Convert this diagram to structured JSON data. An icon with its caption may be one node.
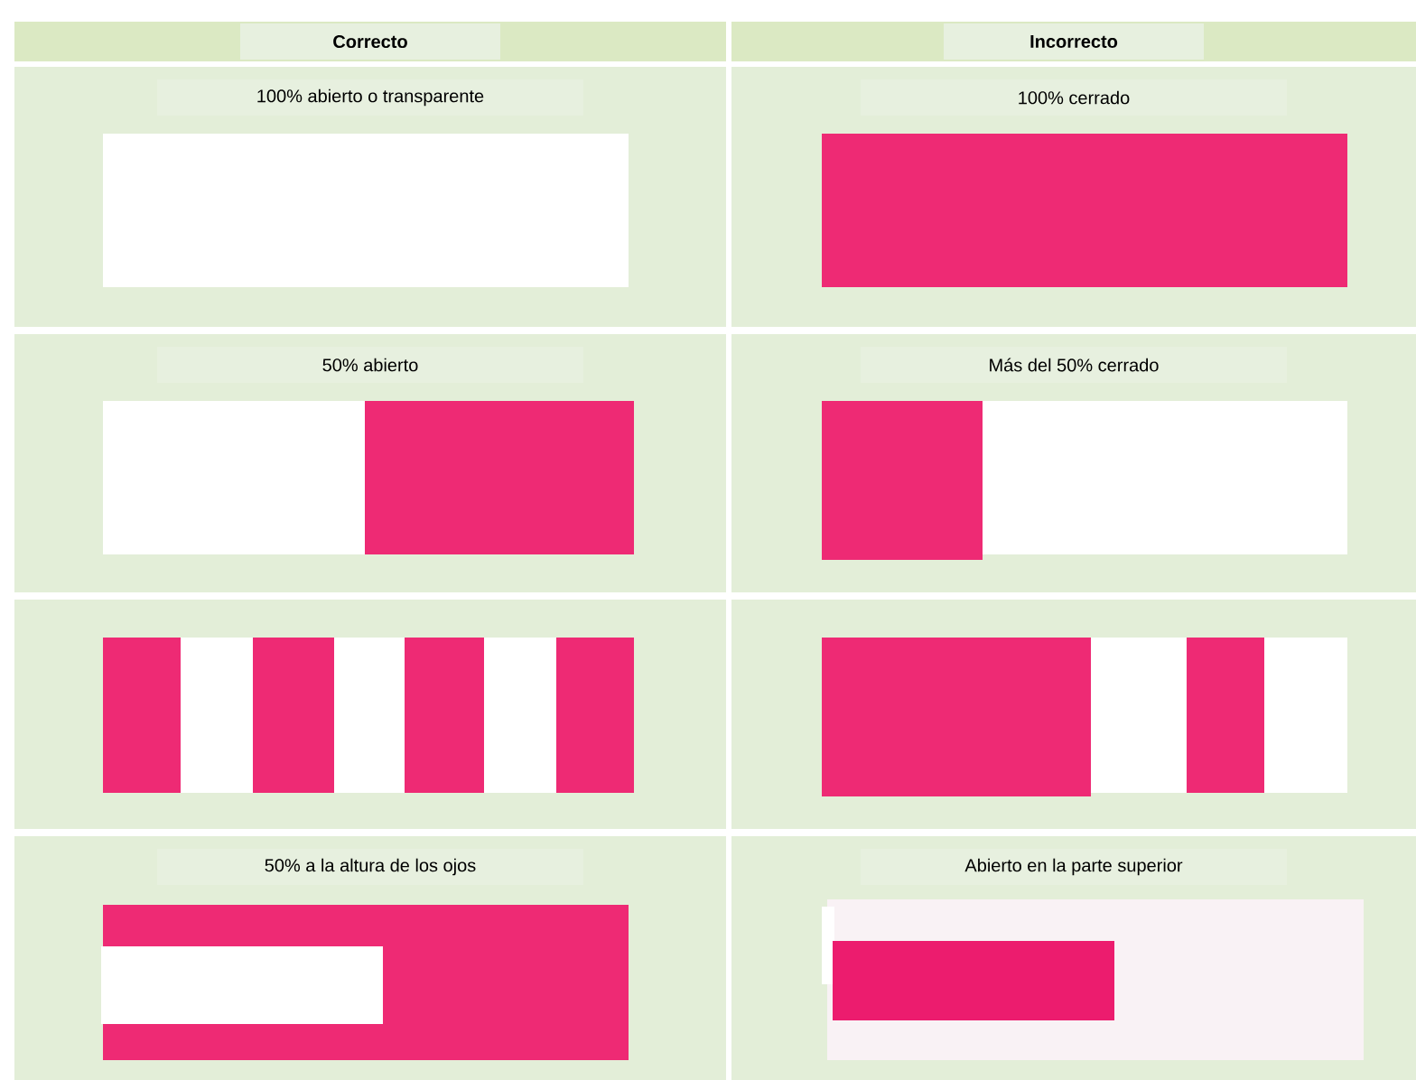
{
  "diagram": {
    "labels": [
      "Correcto",
      "Incorrecto",
      "100% abierto o transparente",
      "100% cerrado",
      "50% abierto",
      "Más del 50% cerrado",
      "50% a la altura de los ojos",
      "Abierto en la parte superior"
    ]
  }
}
